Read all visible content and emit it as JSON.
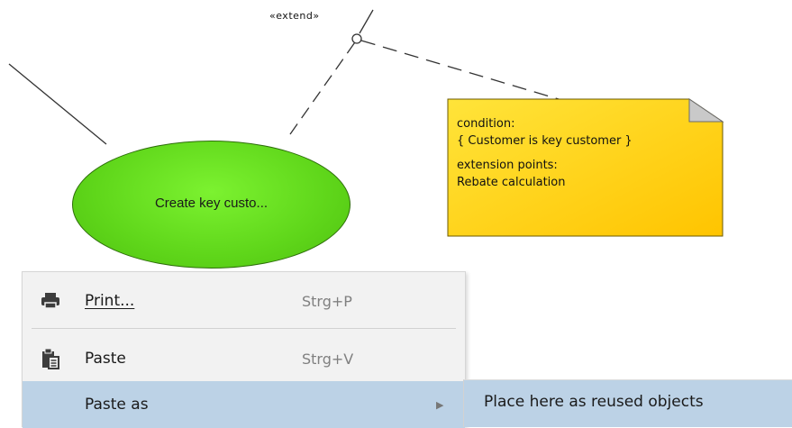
{
  "diagram": {
    "stereotype": "«extend»",
    "use_case": {
      "name": "Create key custo..."
    },
    "note": {
      "condition_heading": "condition:",
      "condition_text": "{ Customer is key customer }",
      "extension_heading": "extension points:",
      "extension_text": "Rebate calculation"
    }
  },
  "context_menu": {
    "items": [
      {
        "label": "Print...",
        "shortcut": "Strg+P",
        "icon": "printer-icon"
      },
      {
        "label": "Paste",
        "shortcut": "Strg+V",
        "icon": "clipboard-icon"
      },
      {
        "label": "Paste as",
        "shortcut": "",
        "icon": "",
        "has_submenu": true
      }
    ]
  },
  "submenu": {
    "items": [
      {
        "label": "Place here as reused objects"
      }
    ]
  },
  "colors": {
    "use_case_fill": "#5fd61a",
    "note_fill": "#ffd200",
    "menu_background": "#f2f2f2",
    "menu_highlight": "#bcd2e6"
  }
}
